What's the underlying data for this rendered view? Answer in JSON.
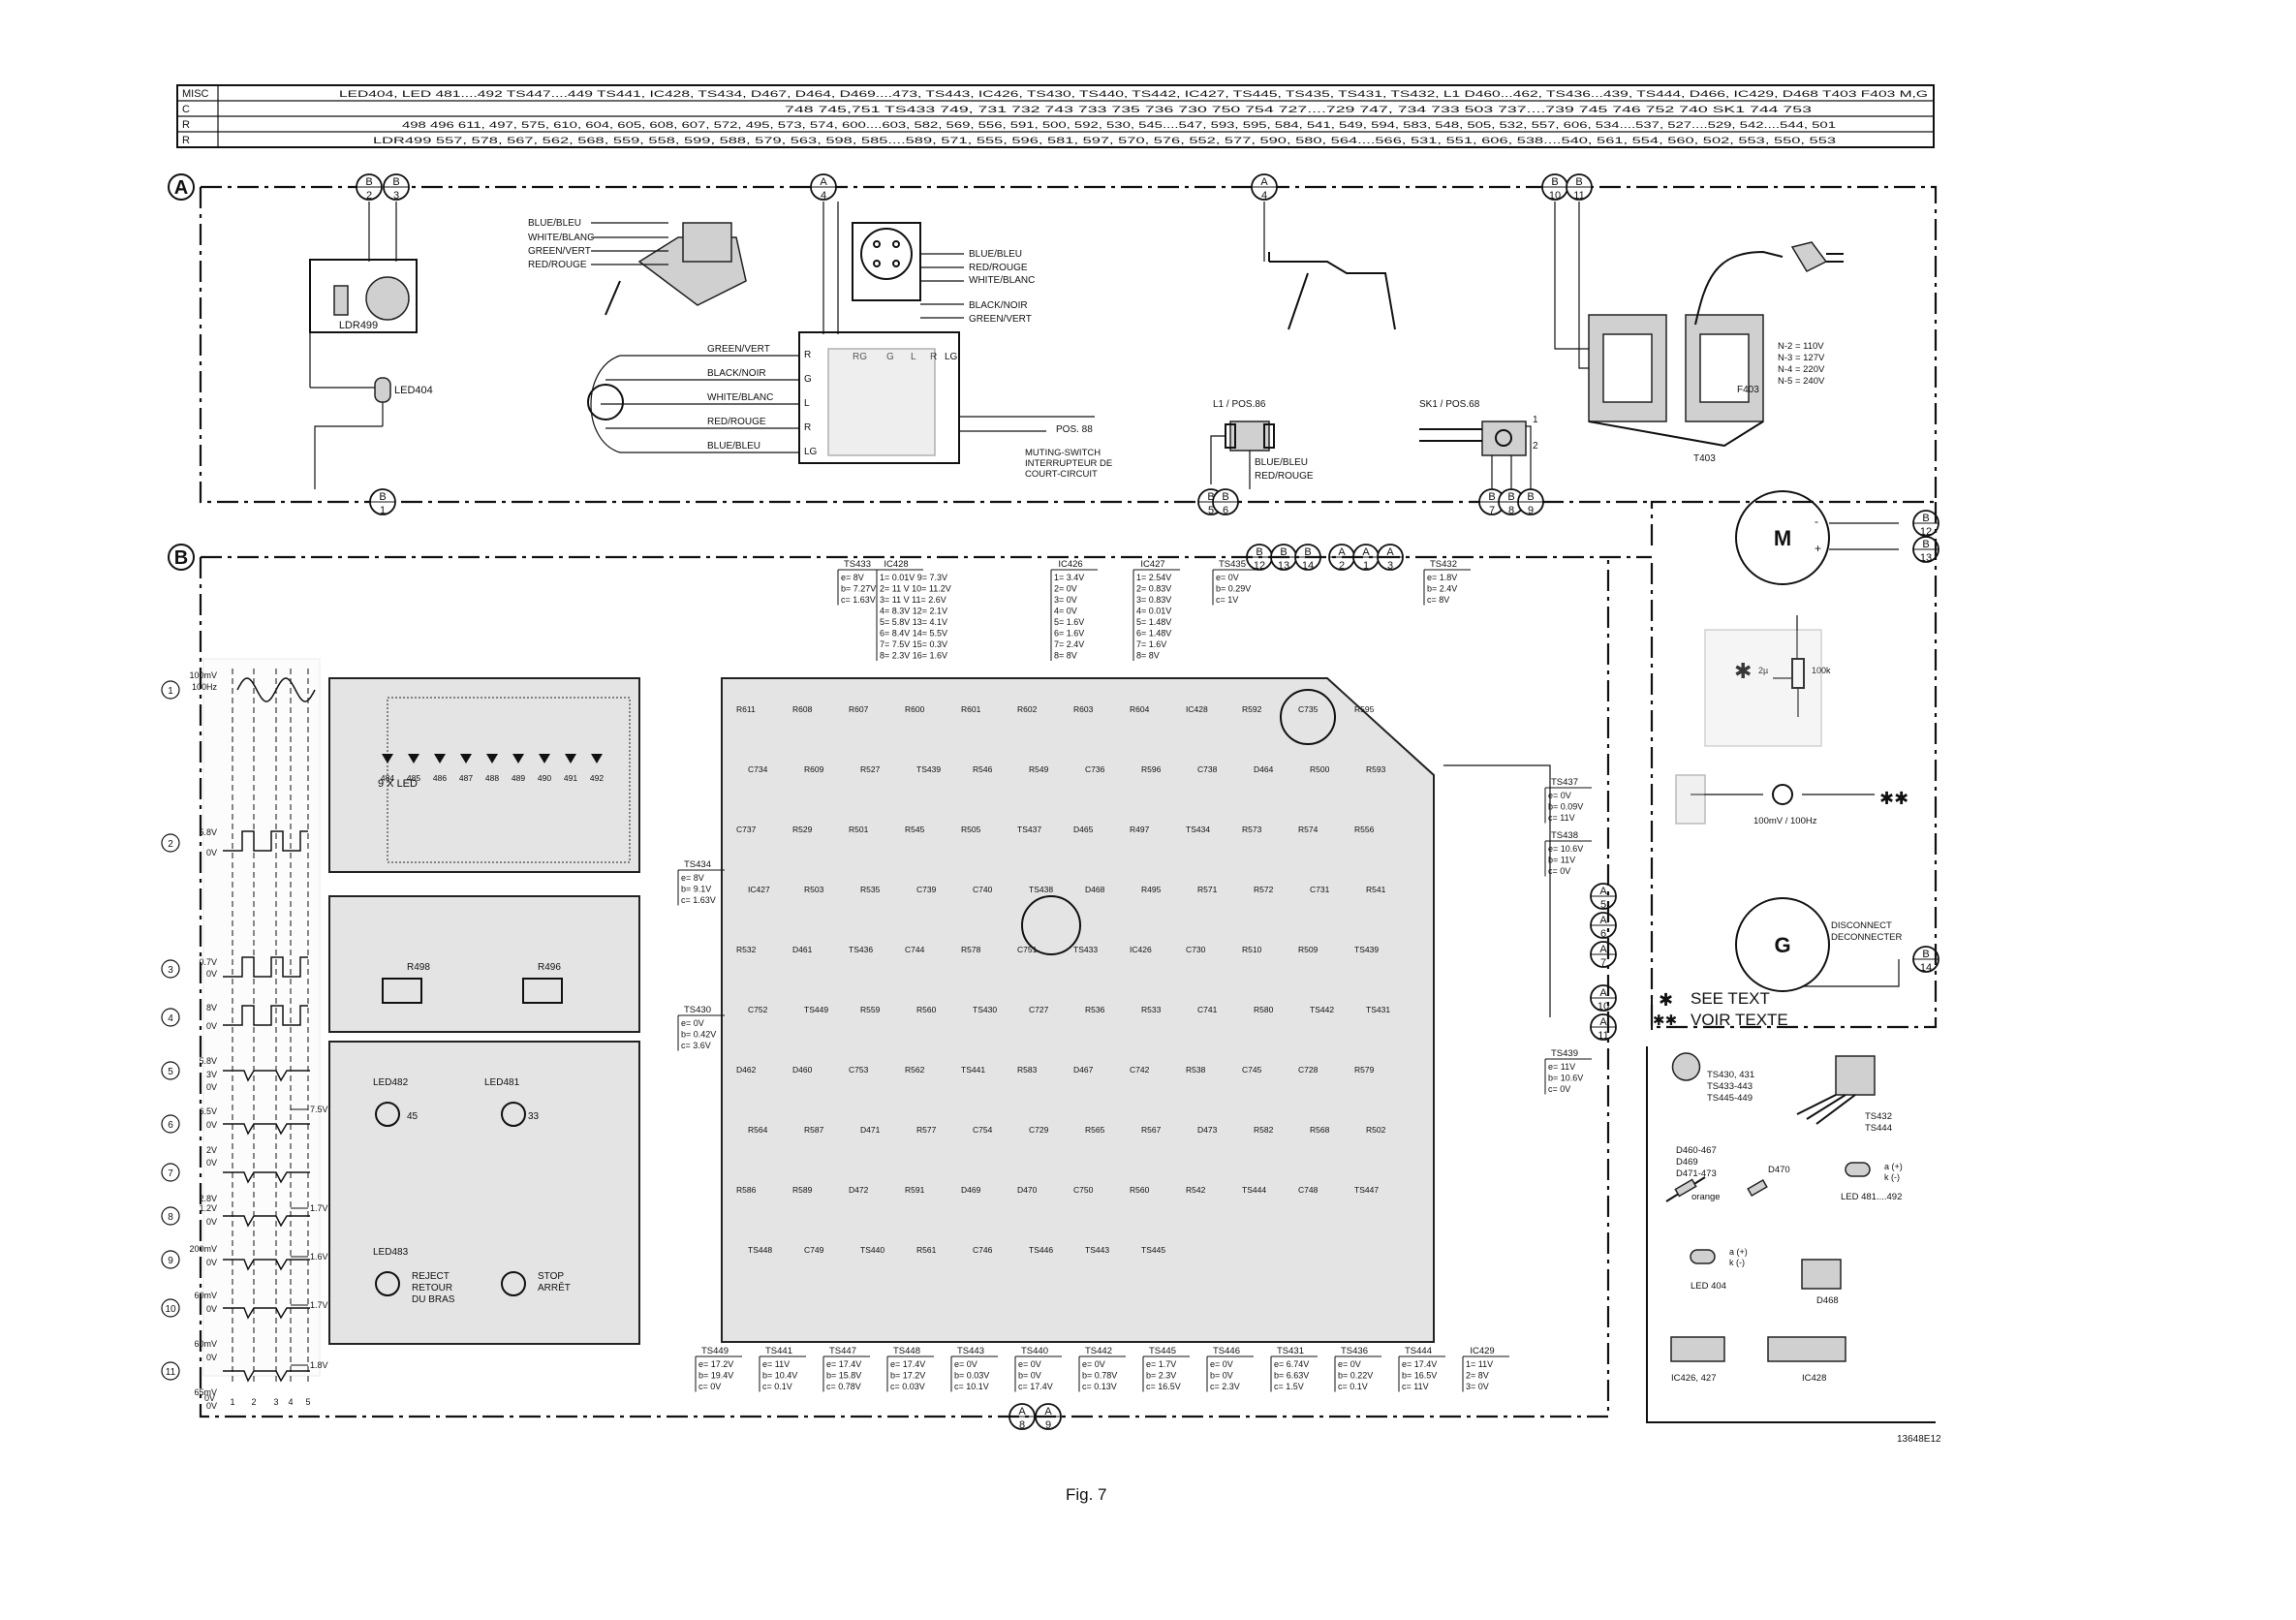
{
  "header_table": {
    "row_labels": [
      "MISC",
      "C",
      "R",
      "R"
    ],
    "rows": [
      "LED404, LED 481....492          TS447....449  TS441, IC428, TS434, D467, D464, D469....473, TS443, IC426, TS430, TS440, TS442, IC427, TS445, TS435, TS431, TS432, L1   D460...462, TS436...439, TS444, D466, IC429, D468                T403      F403   M,G",
      "748  745,751                TS433 749, 731 732  743  733  735  736  730  750  754  727....729  747, 734  733  503  737....739  745  746  752  740  SK1  744  753",
      "498                496                611, 497, 575, 610, 604, 605, 608, 607, 572, 495, 573, 574, 600....603, 582, 569, 556, 591, 500, 592, 530, 545....547, 593, 595, 584, 541, 549, 594, 583, 548, 505, 532, 557, 606, 534....537, 527....529, 542....544, 501",
      "LDR499                557, 578, 567, 562, 568, 559, 558, 599, 588, 579, 563, 598, 585....589, 571, 555, 596, 581, 597, 570, 576, 552, 577, 590, 580, 564....566, 531, 551, 606, 538....540, 561, 554, 560, 502, 553, 550, 553"
    ]
  },
  "sections": {
    "a": "A",
    "b": "B"
  },
  "connectors_top": [
    {
      "letter": "B",
      "num": "2"
    },
    {
      "letter": "B",
      "num": "3"
    },
    {
      "letter": "A",
      "num": "4"
    },
    {
      "letter": "A",
      "num": "4"
    },
    {
      "letter": "B",
      "num": "10"
    },
    {
      "letter": "B",
      "num": "11"
    }
  ],
  "connectors_mid": [
    {
      "letter": "B",
      "num": "1"
    },
    {
      "letter": "B",
      "num": "5"
    },
    {
      "letter": "B",
      "num": "6"
    },
    {
      "letter": "B",
      "num": "7"
    },
    {
      "letter": "B",
      "num": "8"
    },
    {
      "letter": "B",
      "num": "9"
    }
  ],
  "connectors_row": [
    {
      "letter": "B",
      "num": "12"
    },
    {
      "letter": "B",
      "num": "13"
    },
    {
      "letter": "B",
      "num": "14"
    },
    {
      "letter": "A",
      "num": "2"
    },
    {
      "letter": "A",
      "num": "1"
    },
    {
      "letter": "A",
      "num": "3"
    }
  ],
  "connectors_right": [
    {
      "letter": "B",
      "num": "12"
    },
    {
      "letter": "B",
      "num": "13"
    },
    {
      "letter": "B",
      "num": "14"
    }
  ],
  "connectors_side": [
    {
      "letter": "A",
      "num": "5"
    },
    {
      "letter": "A",
      "num": "6"
    },
    {
      "letter": "A",
      "num": "7"
    },
    {
      "letter": "A",
      "num": "10"
    },
    {
      "letter": "A",
      "num": "11"
    }
  ],
  "connectors_bottom": [
    {
      "letter": "A",
      "num": "8"
    },
    {
      "letter": "A",
      "num": "9"
    }
  ],
  "section_a": {
    "ldr": "LDR499",
    "led": "LED404",
    "cartridge_wires": [
      "BLUE/BLEU",
      "WHITE/BLANC",
      "GREEN/VERT",
      "RED/ROUGE"
    ],
    "socket_wires": [
      "BLUE/BLEU",
      "RED/ROUGE",
      "WHITE/BLANC",
      "BLACK/NOIR",
      "GREEN/VERT"
    ],
    "plug_wires": [
      "GREEN/VERT",
      "BLACK/NOIR",
      "WHITE/BLANC",
      "RED/ROUGE",
      "BLUE/BLEU"
    ],
    "plug_pins": [
      "RG",
      "G",
      "L",
      "R",
      "LG"
    ],
    "plug_side": [
      "R",
      "G",
      "L",
      "R",
      "LG"
    ],
    "pos88": "POS. 88",
    "muting": [
      "MUTING-SWITCH",
      "INTERRUPTEUR DE",
      "COURT-CIRCUIT"
    ],
    "l1": "L1 / POS.86",
    "l1_wires": [
      "BLUE/BLEU",
      "RED/ROUGE"
    ],
    "sk1": "SK1 / POS.68",
    "sk1_pins": [
      "1",
      "2"
    ],
    "transformer": "T403",
    "fuse": "F403",
    "voltages": [
      "N-2 = 110V",
      "N-3 = 127V",
      "N-4 = 220V",
      "N-5 = 240V"
    ]
  },
  "right_side": {
    "motor": "M",
    "gen": "G",
    "motor_pins": [
      "-",
      "+"
    ],
    "cap": "2µ",
    "res": "100k",
    "star": "✱",
    "double_star": "✱✱",
    "source": "100mV / 100Hz",
    "disconnect": [
      "DISCONNECT",
      "DECONNECTER"
    ],
    "see_text": [
      "SEE TEXT",
      "VOIR TEXTE"
    ]
  },
  "waveforms": {
    "nums": [
      "1",
      "2",
      "3",
      "4",
      "5",
      "6",
      "7",
      "8",
      "9",
      "10",
      "11"
    ],
    "labels": [
      "100mV",
      "100Hz",
      "5.8V",
      "0V",
      "0.7V",
      "0V",
      "8V",
      "0V",
      "5.8V",
      "3V",
      "0V",
      "6.5V",
      "0V",
      "2V",
      "0V",
      "2.8V",
      "1.2V",
      "0V",
      "200mV",
      "0V",
      "60mV",
      "0V",
      "60mV",
      "0V",
      "65mV",
      "0V"
    ],
    "side_labels": [
      "7.5V",
      "1.7V",
      "1.6V",
      "1.7V",
      "1.8V"
    ],
    "axis": [
      "0V",
      "1",
      "2",
      "3",
      "4",
      "5"
    ]
  },
  "pcbs": {
    "nine_led": "9 X LED",
    "led_nums": [
      "484",
      "485",
      "486",
      "487",
      "488",
      "489",
      "490",
      "491",
      "492"
    ],
    "mid": [
      "R498",
      "R496"
    ],
    "bottom_leds": [
      "LED482",
      "LED481",
      "LED483"
    ],
    "nums": [
      "45",
      "33"
    ],
    "reject": [
      "REJECT",
      "RETOUR",
      "DU BRAS"
    ],
    "stop": [
      "STOP",
      "ARRÊT"
    ]
  },
  "tables": {
    "ts433": {
      "title": "TS433",
      "rows": [
        "e= 8V",
        "b= 7.27V",
        "c= 1.63V"
      ]
    },
    "ic428": {
      "title": "IC428",
      "rows": [
        "1= 0.01V  9= 7.3V",
        "2= 11 V  10= 11.2V",
        "3= 11 V  11= 2.6V",
        "4= 8.3V  12= 2.1V",
        "5= 5.8V  13= 4.1V",
        "6= 8.4V  14= 5.5V",
        "7= 7.5V  15= 0.3V",
        "8= 2.3V  16= 1.6V"
      ]
    },
    "ic426": {
      "title": "IC426",
      "rows": [
        "1= 3.4V",
        "2= 0V",
        "3= 0V",
        "4= 0V",
        "5= 1.6V",
        "6= 1.6V",
        "7= 2.4V",
        "8= 8V"
      ]
    },
    "ic427": {
      "title": "IC427",
      "rows": [
        "1= 2.54V",
        "2= 0.83V",
        "3= 0.83V",
        "4= 0.01V",
        "5= 1.48V",
        "6= 1.48V",
        "7= 1.6V",
        "8= 8V"
      ]
    },
    "ts435": {
      "title": "TS435",
      "rows": [
        "e= 0V",
        "b= 0.29V",
        "c= 1V"
      ]
    },
    "ts432": {
      "title": "TS432",
      "rows": [
        "e= 1.8V",
        "b= 2.4V",
        "c= 8V"
      ]
    },
    "ts437": {
      "title": "TS437",
      "rows": [
        "e= 0V",
        "b= 0.09V",
        "c= 11V"
      ]
    },
    "ts438": {
      "title": "TS438",
      "rows": [
        "e= 10.6V",
        "b= 11V",
        "c= 0V"
      ]
    },
    "ts434": {
      "title": "TS434",
      "rows": [
        "e= 8V",
        "b= 9.1V",
        "c= 1.63V"
      ]
    },
    "ts430": {
      "title": "TS430",
      "rows": [
        "e= 0V",
        "b= 0.42V",
        "c= 3.6V"
      ]
    },
    "ts439": {
      "title": "TS439",
      "rows": [
        "e= 11V",
        "b= 10.6V",
        "c= 0V"
      ]
    }
  },
  "bottom_tables": [
    {
      "title": "TS449",
      "rows": [
        "e= 17.2V",
        "b= 19.4V",
        "c= 0V"
      ]
    },
    {
      "title": "TS441",
      "rows": [
        "e= 11V",
        "b= 10.4V",
        "c= 0.1V"
      ]
    },
    {
      "title": "TS447",
      "rows": [
        "e= 17.4V",
        "b= 15.8V",
        "c= 0.78V"
      ]
    },
    {
      "title": "TS448",
      "rows": [
        "e= 17.4V",
        "b= 17.2V",
        "c= 0.03V"
      ]
    },
    {
      "title": "TS443",
      "rows": [
        "e= 0V",
        "b= 0.03V",
        "c= 10.1V"
      ]
    },
    {
      "title": "TS440",
      "rows": [
        "e= 0V",
        "b= 0V",
        "c= 17.4V"
      ]
    },
    {
      "title": "TS442",
      "rows": [
        "e= 0V",
        "b= 0.78V",
        "c= 0.13V"
      ]
    },
    {
      "title": "TS445",
      "rows": [
        "e= 1.7V",
        "b= 2.3V",
        "c= 16.5V"
      ]
    },
    {
      "title": "TS446",
      "rows": [
        "e= 0V",
        "b= 0V",
        "c= 2.3V"
      ]
    },
    {
      "title": "TS431",
      "rows": [
        "e= 6.74V",
        "b= 6.63V",
        "c= 1.5V"
      ]
    },
    {
      "title": "TS436",
      "rows": [
        "e= 0V",
        "b= 0.22V",
        "c= 0.1V"
      ]
    },
    {
      "title": "TS444",
      "rows": [
        "e= 17.4V",
        "b= 16.5V",
        "c= 11V"
      ]
    },
    {
      "title": "IC429",
      "rows": [
        "1= 11V",
        "2= 8V",
        "3= 0V"
      ]
    }
  ],
  "board_labels": [
    "R611",
    "R608",
    "R607",
    "R600",
    "R601",
    "R602",
    "R603",
    "R604",
    "IC428",
    "R592",
    "C735",
    "R595",
    "C734",
    "R609",
    "R527",
    "TS439",
    "R546",
    "R549",
    "C736",
    "R596",
    "C738",
    "D464",
    "R500",
    "R593",
    "C737",
    "R529",
    "R501",
    "R545",
    "R505",
    "TS437",
    "D465",
    "R497",
    "TS434",
    "R573",
    "R574",
    "R556",
    "IC427",
    "R503",
    "R535",
    "C739",
    "C740",
    "TS438",
    "D468",
    "R495",
    "R571",
    "R572",
    "C731",
    "R541",
    "R532",
    "D461",
    "TS436",
    "C744",
    "R578",
    "C751",
    "TS433",
    "IC426",
    "C730",
    "R510",
    "R509",
    "TS439",
    "C752",
    "TS449",
    "R559",
    "R560",
    "TS430",
    "C727",
    "R536",
    "R533",
    "C741",
    "R580",
    "TS442",
    "TS431",
    "D462",
    "D460",
    "C753",
    "R562",
    "TS441",
    "R583",
    "D467",
    "C742",
    "R538",
    "C745",
    "C728",
    "R579",
    "R564",
    "R587",
    "D471",
    "R577",
    "C754",
    "C729",
    "R565",
    "R567",
    "D473",
    "R582",
    "R568",
    "R502",
    "R586",
    "R589",
    "D472",
    "R591",
    "D469",
    "D470",
    "C750",
    "R560",
    "R542",
    "TS444",
    "C748",
    "TS447",
    "TS448",
    "C749",
    "TS440",
    "R561",
    "C746",
    "TS446",
    "TS443",
    "TS445"
  ],
  "legend": {
    "a": [
      "TS430, 431",
      "TS433-443",
      "TS445-449"
    ],
    "b": [
      "TS432",
      "TS444"
    ],
    "diodes": [
      "D460-467",
      "D469",
      "D471-473"
    ],
    "orange": "orange",
    "d470": "D470",
    "led_a": [
      "a (+)",
      "k (-)"
    ],
    "led_range": "LED 481....492",
    "led404": "LED 404",
    "d468": "D468",
    "ic1": "IC426, 427",
    "ic2": "IC428"
  },
  "ref": "13648E12",
  "caption": "Fig. 7"
}
